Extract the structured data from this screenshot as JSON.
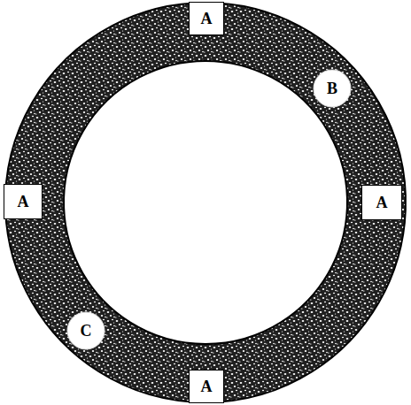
{
  "diagram": {
    "nodes": [
      {
        "text": [
          "A"
        ]
      },
      {
        "text": [
          "B"
        ]
      },
      {
        "text": [
          "A"
        ]
      },
      {
        "text": [
          "A"
        ]
      },
      {
        "text": [
          "C"
        ]
      },
      {
        "text": [
          "A"
        ]
      }
    ]
  }
}
